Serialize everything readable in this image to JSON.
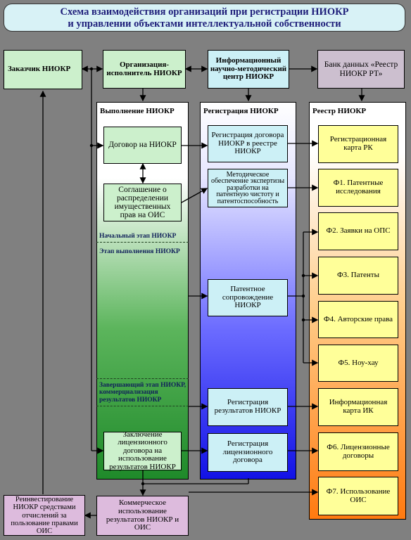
{
  "title": {
    "line1": "Схема взаимодействия организаций при регистрации НИОКР",
    "line2": "и управлении объектами интеллектуальной собственности"
  },
  "top": {
    "customer": "Заказчик НИОКР",
    "contractor": "Организация-исполнитель НИОКР",
    "info_center": "Информационный научно-методический центр НИОКР",
    "databank": "Банк данных «Реестр НИОКР РТ»"
  },
  "columns": {
    "execution": {
      "header": "Выполнение НИОКР",
      "contract": "Договор на НИОКР",
      "agreement": "Соглашение о распределении имущественных прав на ОИС",
      "stage_initial": "Начальный этап НИОКР",
      "stage_execution": "Этап выполнения НИОКР",
      "stage_final": "Завершающий этап НИОКР, коммерциализация результатов НИОКР",
      "license": "Заключение лицензионного договора на использование результатов НИОКР"
    },
    "registration": {
      "header": "Регистрация НИОКР",
      "reg_contract": "Регистрация договора НИОКР в реестре НИОКР",
      "methodical": "Методическое обеспечение экспертизы разработки на патентную чистоту и патентоспособность",
      "patent_support": "Патентное сопровождение НИОКР",
      "reg_results": "Регистрация результатов НИОКР",
      "reg_license": "Регистрация лицензионного договора"
    },
    "registry": {
      "header": "Реестр НИОКР",
      "items": [
        "Регистрационная карта РК",
        "Ф1. Патентные исследования",
        "Ф2. Заявки на ОПС",
        "Ф3. Патенты",
        "Ф4. Авторские права",
        "Ф5. Ноу-хау",
        "Информационная карта ИК",
        "Ф6. Лицензионные договоры",
        "Ф7. Использование ОИС"
      ]
    }
  },
  "bottom": {
    "reinvest": "Реинвестирование НИОКР средствами отчислений за пользование правами ОИС",
    "commercial": "Коммерческое использование результатов НИОКР и ОИС"
  }
}
